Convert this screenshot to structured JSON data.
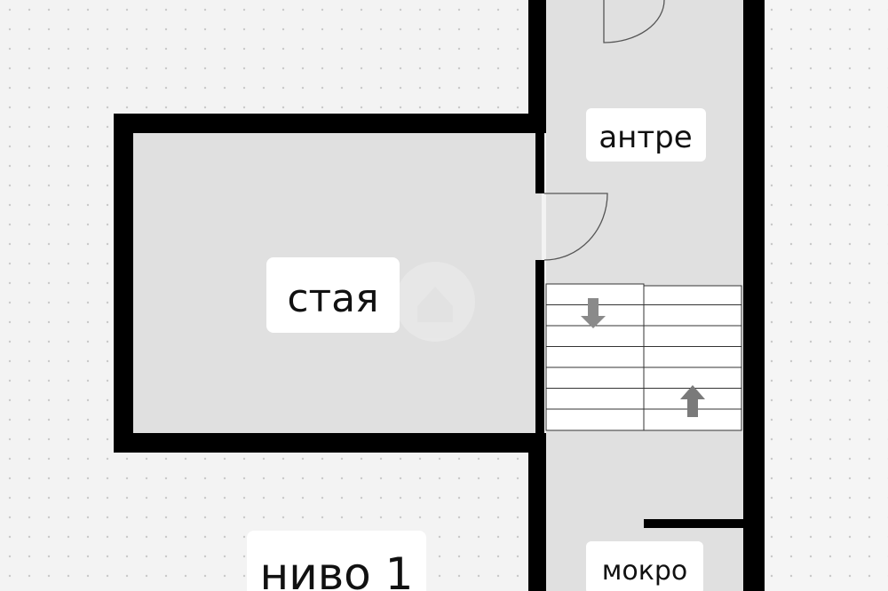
{
  "plan": {
    "rooms": {
      "room": "стая",
      "hall": "антре",
      "bathroom": "мокро"
    },
    "level_label": "ниво 1"
  },
  "colors": {
    "background": "#f3f3f3",
    "room_fill": "#e0e0e0",
    "wall": "#000000",
    "label_bg": "#ffffff",
    "arrow": "#7a7a7a"
  }
}
